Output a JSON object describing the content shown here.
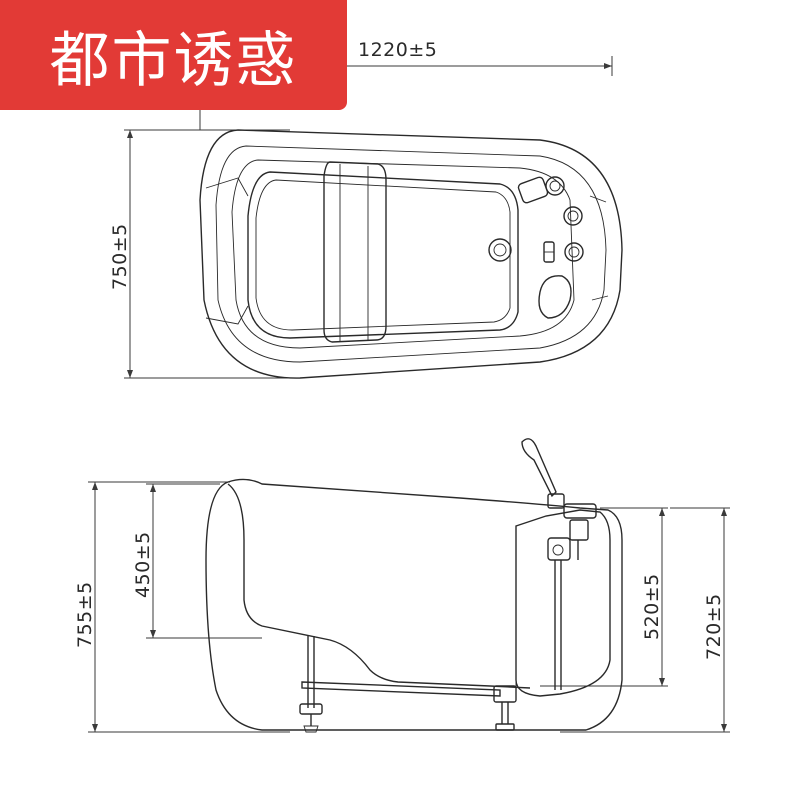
{
  "watermark": {
    "text": "都市诱惑",
    "background": "#e23a36",
    "color": "#ffffff"
  },
  "top_view": {
    "width_dimension": "1220±5",
    "depth_dimension": "750±5"
  },
  "side_view": {
    "total_height_left": "755±5",
    "seat_height": "450±5",
    "inner_height_right": "520±5",
    "total_height_right": "720±5"
  },
  "colors": {
    "line": "#2a2a2a",
    "background": "#ffffff"
  }
}
